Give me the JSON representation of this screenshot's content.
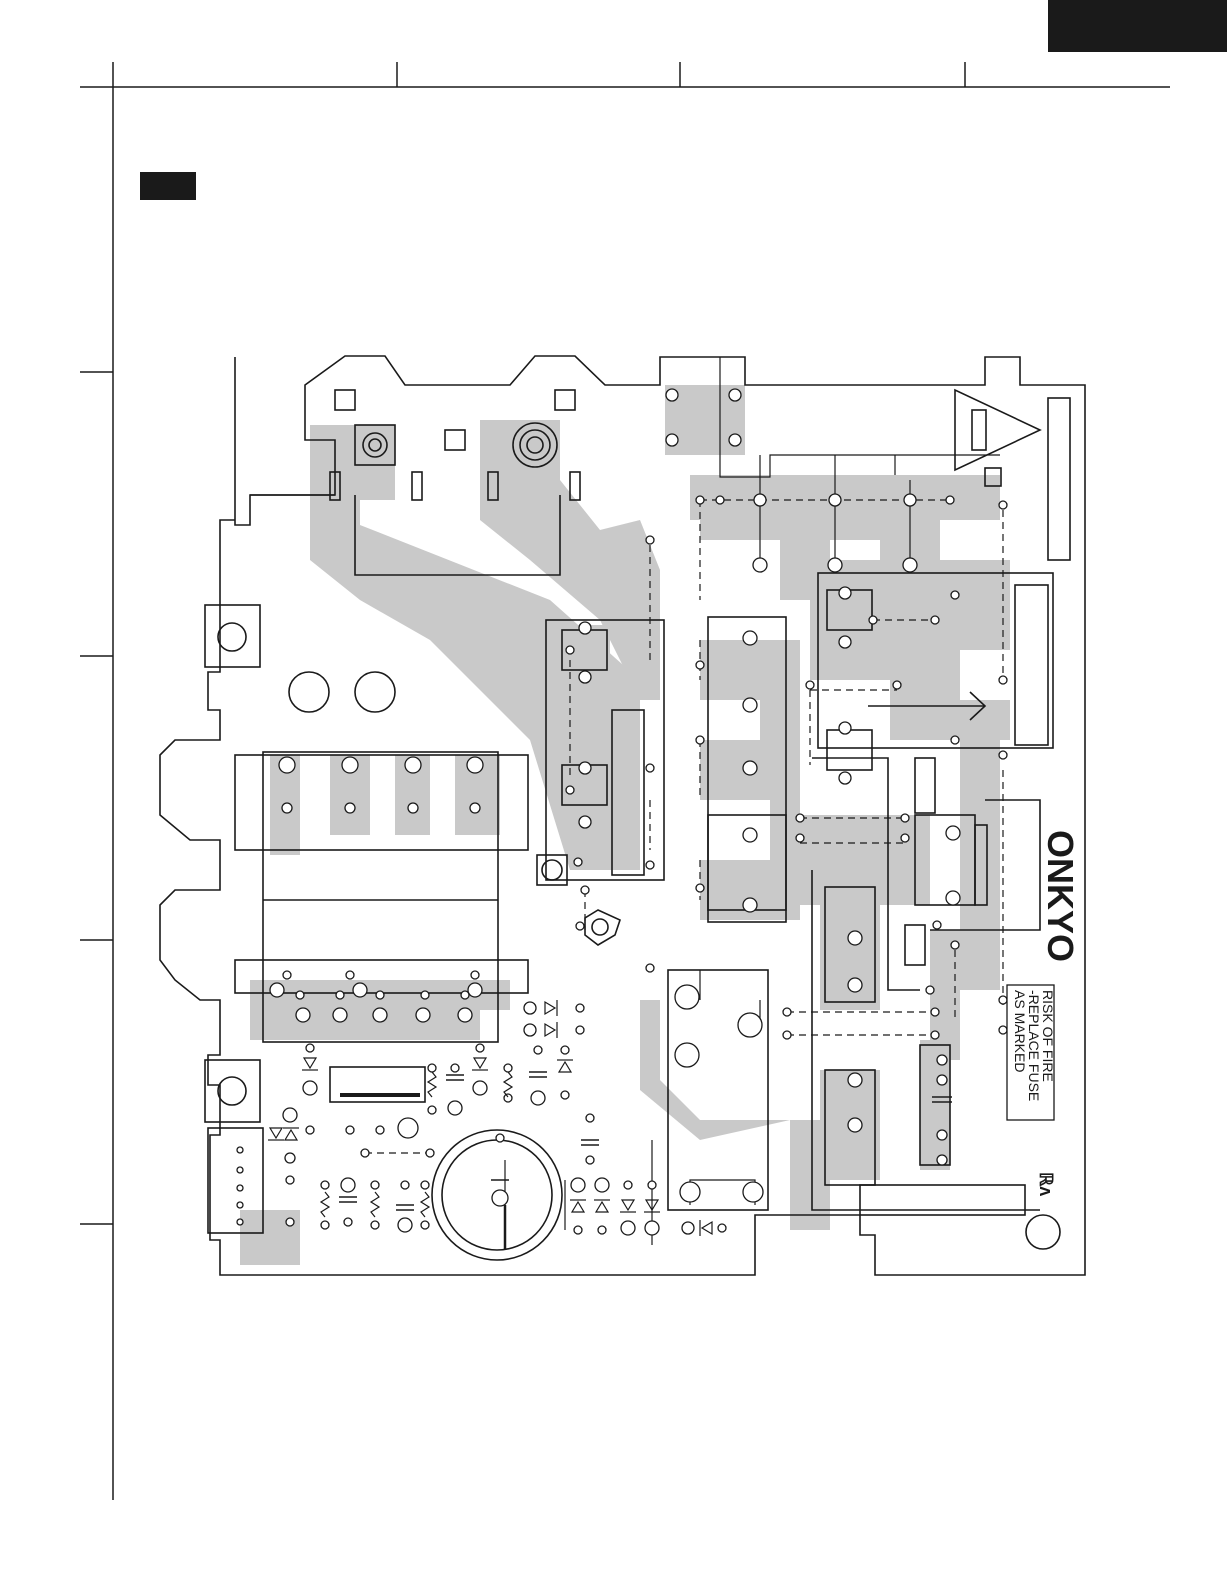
{
  "board": {
    "brand": "ONKYO",
    "warning": {
      "line1": "RISK OF FIRE",
      "line2": "-REPLACE FUSE",
      "line3": "AS MARKED"
    },
    "cert_mark": "ℝʌ"
  },
  "colors": {
    "trace": "#c9c9c9",
    "ink": "#1a1a1a",
    "paper": "#ffffff"
  }
}
